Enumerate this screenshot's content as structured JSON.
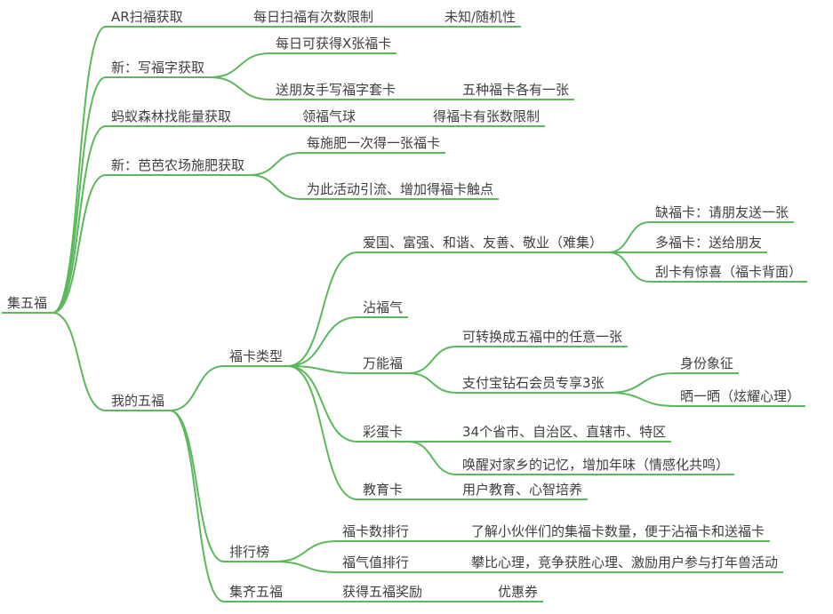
{
  "colors": {
    "line": "#5cb85c",
    "text": "#3f3f3f",
    "background": "#ffffff"
  },
  "map": {
    "root": {
      "label": "集五福"
    },
    "ar": {
      "label": "AR扫福获取",
      "dailyLimit": {
        "label": "每日扫福有次数限制",
        "random": {
          "label": "未知/随机性"
        }
      }
    },
    "writeFu": {
      "label": "新：写福字获取",
      "dailyX": {
        "label": "每日可获得X张福卡"
      },
      "giftSet": {
        "label": "送朋友手写福字套卡",
        "fiveEach": {
          "label": "五种福卡各有一张"
        }
      }
    },
    "forest": {
      "label": "蚂蚁森林找能量获取",
      "balloon": {
        "label": "领福气球",
        "cardLimit": {
          "label": "得福卡有张数限制"
        }
      }
    },
    "farm": {
      "label": "新：芭芭农场施肥获取",
      "oneCard": {
        "label": "每施肥一次得一张福卡"
      },
      "traffic": {
        "label": "为此活动引流、增加得福卡触点"
      }
    },
    "myFive": {
      "label": "我的五福",
      "cardTypes": {
        "label": "福卡类型",
        "fiveCards": {
          "label": "爱国、富强、和谐、友善、敬业（难集）",
          "lack": {
            "label": "缺福卡：请朋友送一张"
          },
          "extra": {
            "label": "多福卡：送给朋友"
          },
          "scratch": {
            "label": "刮卡有惊喜（福卡背面）"
          }
        },
        "zhanFuqi": {
          "label": "沾福气"
        },
        "wanNengFu": {
          "label": "万能福",
          "convert": {
            "label": "可转换成五福中的任意一张"
          },
          "diamond": {
            "label": "支付宝钻石会员专享3张",
            "identity": {
              "label": "身份象征"
            },
            "showOff": {
              "label": "晒一晒（炫耀心理）"
            }
          }
        },
        "easterEgg": {
          "label": "彩蛋卡",
          "provinces": {
            "label": "34个省市、自治区、直辖市、特区"
          },
          "hometown": {
            "label": "唤醒对家乡的记忆，增加年味（情感化共鸣）"
          }
        },
        "eduCard": {
          "label": "教育卡",
          "desc": {
            "label": "用户教育、心智培养"
          }
        }
      },
      "ranking": {
        "label": "排行榜",
        "cardCount": {
          "label": "福卡数排行",
          "desc": {
            "label": "了解小伙伴们的集福卡数量，便于沾福卡和送福卡"
          }
        },
        "fuqiValue": {
          "label": "福气值排行",
          "desc": {
            "label": "攀比心理，竞争获胜心理、激励用户参与打年兽活动"
          }
        }
      },
      "collectAll": {
        "label": "集齐五福",
        "reward": {
          "label": "获得五福奖励",
          "coupon": {
            "label": "优惠券"
          }
        }
      }
    }
  }
}
